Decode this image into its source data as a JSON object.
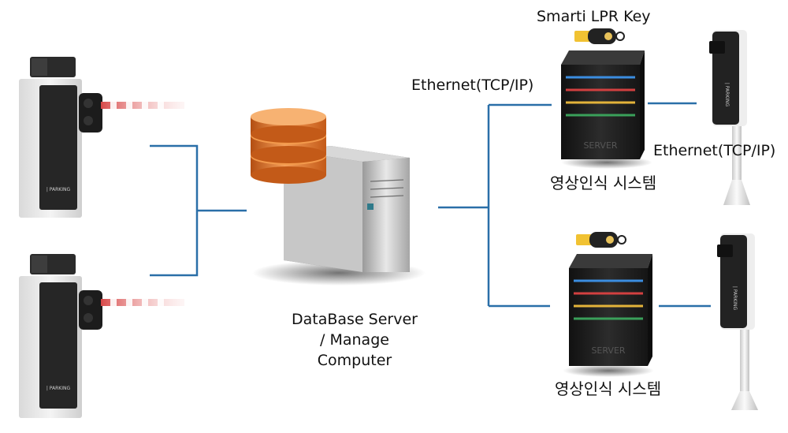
{
  "labels": {
    "lpr_key": "Smarti LPR Key",
    "ethernet_top": "Ethernet(TCP/IP)",
    "ethernet_right": "Ethernet(TCP/IP)",
    "recognition_system_top": "영상인식 시스템",
    "recognition_system_bottom": "영상인식 시스템",
    "db_server_line1": "DataBase Server",
    "db_server_line2": "/ Manage",
    "db_server_line3": "Computer"
  },
  "device_text": {
    "barrier_brand": "| PARKING",
    "server_brand": "SERVER",
    "camera_brand": "| PARKING"
  },
  "colors": {
    "connector": "#2a6fa8",
    "database": "#e07a2e",
    "server_body": "#1e1e1e"
  }
}
